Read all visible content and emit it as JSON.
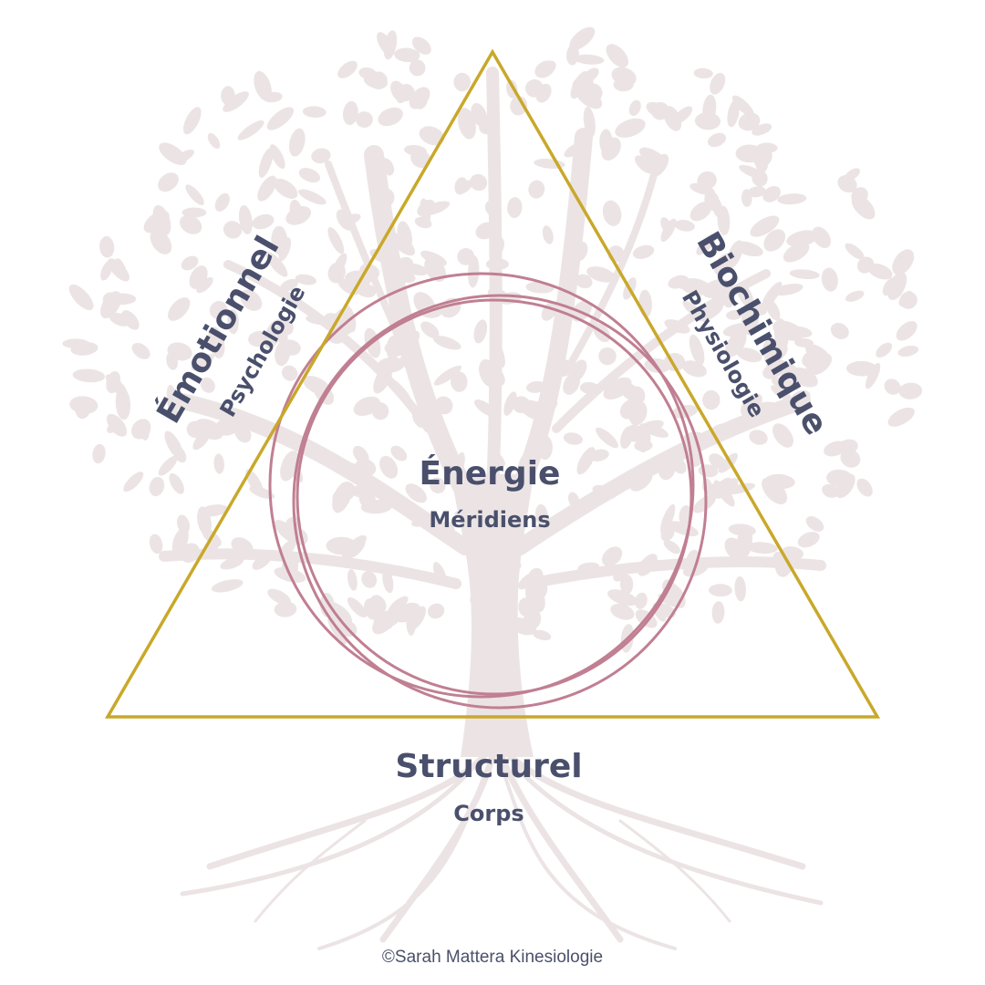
{
  "colors": {
    "triangle": "#c9a82a",
    "circles": "#c07f92",
    "tree": "#ece4e4",
    "text": "#4a506c"
  },
  "left": {
    "main": "Émotionnel",
    "sub": "Psychologie"
  },
  "right": {
    "main": "Biochimique",
    "sub": "Physiologie"
  },
  "center": {
    "main": "Énergie",
    "sub": "Méridiens"
  },
  "bottom": {
    "main": "Structurel",
    "sub": "Corps"
  },
  "credit": "©Sarah Mattera Kinesiologie",
  "icons": {
    "background": "tree-icon"
  }
}
